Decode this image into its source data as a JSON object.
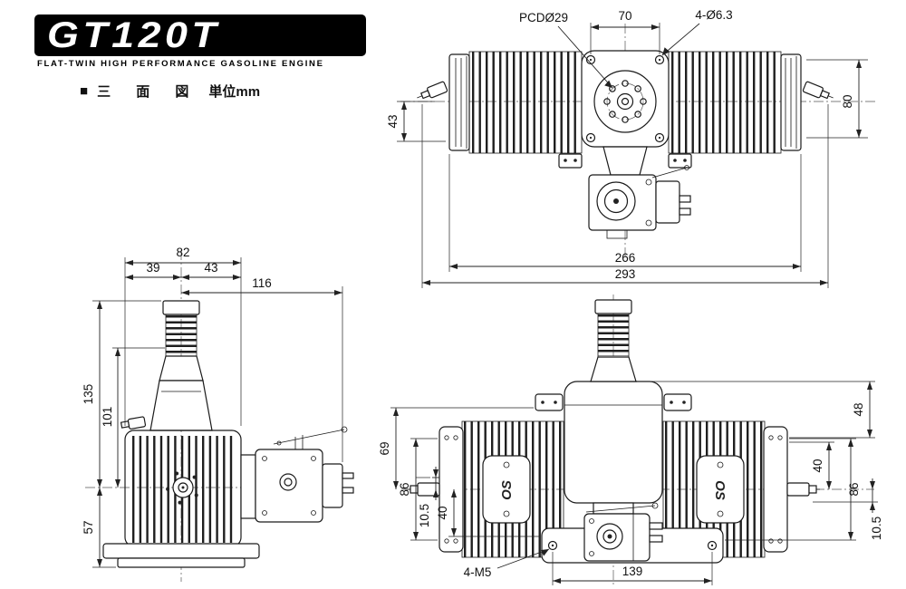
{
  "header": {
    "logo_title": "GT120T",
    "logo_subtitle": "FLAT-TWIN HIGH PERFORMANCE GASOLINE ENGINE",
    "caption_mark": "■",
    "caption_title": "三 面 図",
    "caption_unit": "単位mm"
  },
  "front_view": {
    "dim_top_width": "70",
    "label_pcd": "PCDØ29",
    "label_bolt_holes": "4-Ø6.3",
    "dim_bolt_height": "80",
    "dim_crank_offset": "43",
    "dim_width_inner": "266",
    "dim_width_overall": "293"
  },
  "side_view": {
    "dim_width_total": "82",
    "dim_width_front": "39",
    "dim_width_rear": "43",
    "dim_depth_total": "116",
    "dim_height_upper": "135",
    "dim_height_mid": "101",
    "dim_height_lower": "57"
  },
  "top_view": {
    "dim_front_offset": "69",
    "dim_hub_length": "48",
    "dim_left_span": "86",
    "dim_left_offset": "10.5",
    "dim_left_mount": "40",
    "dim_right_mount": "40",
    "dim_right_span": "86",
    "dim_right_offset": "10.5",
    "label_mount_holes": "4-M5",
    "dim_mount_spacing": "139",
    "left_cylinder_logo": "OS",
    "right_cylinder_logo": "OS"
  }
}
